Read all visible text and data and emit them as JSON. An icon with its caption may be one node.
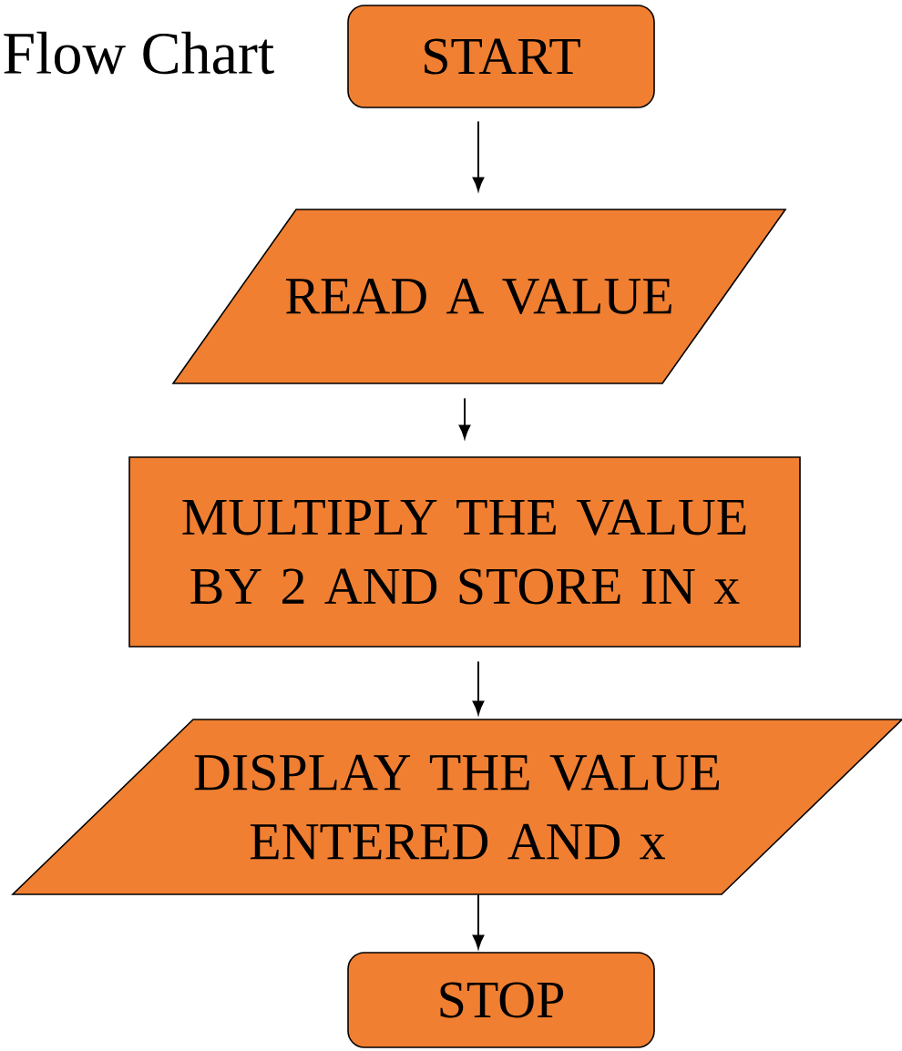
{
  "diagram": {
    "title": "Flow Chart",
    "nodes": [
      {
        "text": [
          "START"
        ]
      },
      {
        "text": [
          "READ A VALUE"
        ]
      },
      {
        "text": [
          "MULTIPLY THE VALUE BY 2 AND STORE IN x"
        ]
      },
      {
        "text": [
          "DISPLAY THE VALUE ENTERED AND x"
        ]
      },
      {
        "text": [
          "STOP"
        ]
      }
    ],
    "edges": [
      {
        "from": 0,
        "to": 1,
        "arrow": "to"
      },
      {
        "from": 1,
        "to": 2,
        "arrow": "to"
      },
      {
        "from": 2,
        "to": 3,
        "arrow": "to"
      },
      {
        "from": 3,
        "to": 4,
        "arrow": "to"
      }
    ]
  }
}
